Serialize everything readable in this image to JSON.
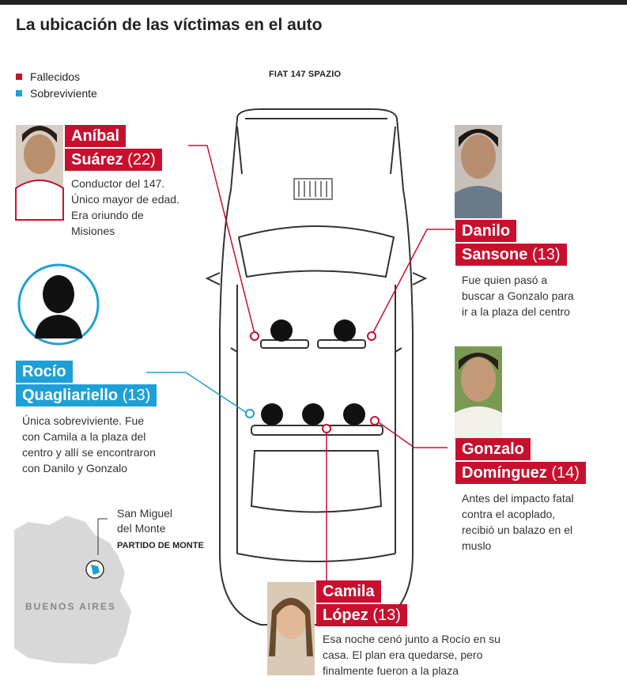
{
  "title": "La ubicación de las víctimas en el auto",
  "legend": [
    {
      "label": "Fallecidos",
      "color": "#c8102e"
    },
    {
      "label": "Sobreviviente",
      "color": "#1ea0d6"
    }
  ],
  "car_model": "FIAT 147 SPAZIO",
  "victims": {
    "anibal": {
      "first": "Aníbal",
      "last": "Suárez",
      "age": "(22)",
      "status": "fallecido",
      "desc": [
        "Conductor del 147.",
        "Único mayor de edad.",
        "Era oriundo de",
        "Misiones"
      ]
    },
    "danilo": {
      "first": "Danilo",
      "last": "Sansone",
      "age": "(13)",
      "status": "fallecido",
      "desc": [
        "Fue quien pasó a",
        "buscar a Gonzalo para",
        "ir a la plaza del centro"
      ]
    },
    "rocio": {
      "first": "Rocío",
      "last": "Quagliariello",
      "age": "(13)",
      "status": "sobreviviente",
      "desc": [
        "Única sobreviviente. Fue",
        "con Camila a la plaza del",
        "centro y allí se encontraron",
        "con Danilo y Gonzalo"
      ]
    },
    "gonzalo": {
      "first": "Gonzalo",
      "last": "Domínguez",
      "age": "(14)",
      "status": "fallecido",
      "desc": [
        "Antes del impacto fatal",
        "contra el acoplado,",
        "recibió un balazo en el",
        "muslo"
      ]
    },
    "camila": {
      "first": "Camila",
      "last": "López",
      "age": "(13)",
      "status": "fallecido",
      "desc": [
        "Esa noche cenó junto a Rocío en su",
        "casa. El plan era quedarse, pero",
        "finalmente fueron a la plaza"
      ]
    }
  },
  "map": {
    "place_line1": "San Miguel",
    "place_line2": "del Monte",
    "partido": "PARTIDO DE MONTE",
    "province": "BUENOS AIRES"
  }
}
